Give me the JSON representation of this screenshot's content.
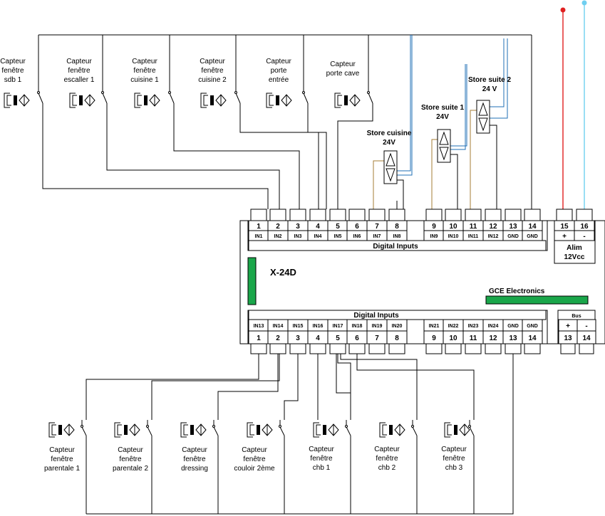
{
  "device": {
    "name": "X-24D",
    "brand": "GCE Electronics",
    "accent_color": "#1aa64a"
  },
  "top_block": {
    "section_label": "Digital Inputs",
    "terminals": [
      {
        "num": "1",
        "label": "IN1"
      },
      {
        "num": "2",
        "label": "IN2"
      },
      {
        "num": "3",
        "label": "IN3"
      },
      {
        "num": "4",
        "label": "IN4"
      },
      {
        "num": "5",
        "label": "IN5"
      },
      {
        "num": "6",
        "label": "IN6"
      },
      {
        "num": "7",
        "label": "IN7"
      },
      {
        "num": "8",
        "label": "IN8"
      },
      {
        "num": "9",
        "label": "IN9"
      },
      {
        "num": "10",
        "label": "IN10"
      },
      {
        "num": "11",
        "label": "IN11"
      },
      {
        "num": "12",
        "label": "IN12"
      },
      {
        "num": "13",
        "label": "GND"
      },
      {
        "num": "14",
        "label": "GND"
      }
    ],
    "power_terminals": [
      {
        "num": "15",
        "label": "+"
      },
      {
        "num": "16",
        "label": "-"
      }
    ],
    "power_label_1": "Alim",
    "power_label_2": "12Vcc"
  },
  "bottom_block": {
    "section_label": "Digital Inputs",
    "terminals": [
      {
        "num": "1",
        "label": "IN13"
      },
      {
        "num": "2",
        "label": "IN14"
      },
      {
        "num": "3",
        "label": "IN15"
      },
      {
        "num": "4",
        "label": "IN16"
      },
      {
        "num": "5",
        "label": "IN17"
      },
      {
        "num": "6",
        "label": "IN18"
      },
      {
        "num": "7",
        "label": "IN19"
      },
      {
        "num": "8",
        "label": "IN20"
      },
      {
        "num": "9",
        "label": "IN21"
      },
      {
        "num": "10",
        "label": "IN22"
      },
      {
        "num": "11",
        "label": "IN23"
      },
      {
        "num": "12",
        "label": "IN24"
      },
      {
        "num": "13",
        "label": "GND"
      },
      {
        "num": "14",
        "label": "GND"
      }
    ],
    "bus_label": "Bus",
    "bus_terminals": [
      {
        "num": "13",
        "label": "+"
      },
      {
        "num": "14",
        "label": "-"
      }
    ]
  },
  "top_sensors": [
    {
      "lines": [
        "Capteur",
        "fenêtre",
        "sdb 1"
      ]
    },
    {
      "lines": [
        "Capteur",
        "fenêtre",
        "escaller 1"
      ]
    },
    {
      "lines": [
        "Capteur",
        "fenêtre",
        "cuisine 1"
      ]
    },
    {
      "lines": [
        "Capteur",
        "fenêtre",
        "cuisine 2"
      ]
    },
    {
      "lines": [
        "Capteur",
        "porte",
        "entrée"
      ]
    },
    {
      "lines": [
        "Capteur",
        "porte cave"
      ]
    }
  ],
  "stores": [
    {
      "lines": [
        "Store cuisine",
        "24V"
      ]
    },
    {
      "lines": [
        "Store suite 1",
        "24V"
      ]
    },
    {
      "lines": [
        "Store suite 2",
        "24 V"
      ]
    }
  ],
  "bottom_sensors": [
    {
      "lines": [
        "Capteur",
        "fenêtre",
        "parentale 1"
      ]
    },
    {
      "lines": [
        "Capteur",
        "fenêtre",
        "parentale 2"
      ]
    },
    {
      "lines": [
        "Capteur",
        "fenêtre",
        "dressing"
      ]
    },
    {
      "lines": [
        "Capteur",
        "fenêtre",
        "couloir 2ème"
      ]
    },
    {
      "lines": [
        "Capteur",
        "fenêtre",
        "chb 1"
      ]
    },
    {
      "lines": [
        "Capteur",
        "fenêtre",
        "chb 2"
      ]
    },
    {
      "lines": [
        "Capteur",
        "fenêtre",
        "chb 3"
      ]
    }
  ],
  "wire_colors": {
    "signal": "#000000",
    "store_blue": "#1f6fb5",
    "store_brown": "#a67c36",
    "power_plus": "#e02020",
    "power_minus": "#6fcff0"
  }
}
